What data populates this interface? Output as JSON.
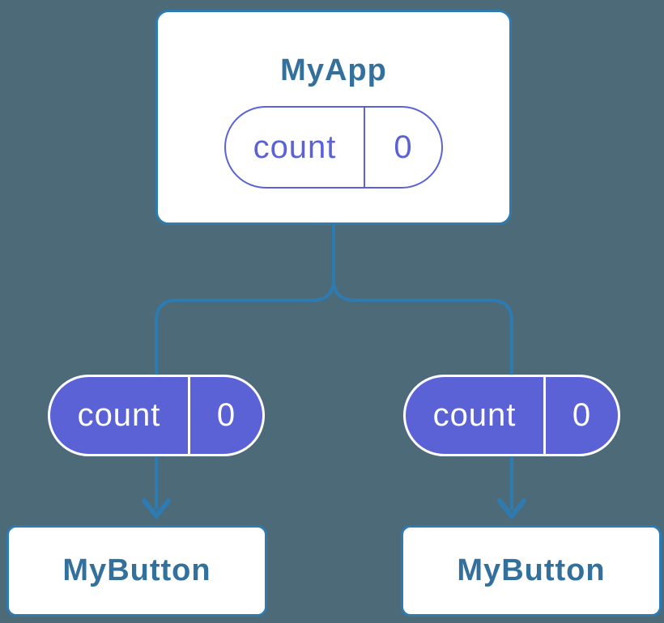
{
  "diagram": {
    "parent": {
      "title": "MyApp",
      "state": {
        "label": "count",
        "value": "0"
      }
    },
    "children": [
      {
        "title": "MyButton",
        "prop": {
          "label": "count",
          "value": "0"
        }
      },
      {
        "title": "MyButton",
        "prop": {
          "label": "count",
          "value": "0"
        }
      }
    ]
  },
  "colors": {
    "bg": "#4c6a78",
    "accent": "#2e7bb1",
    "title": "#33709c",
    "purple": "#5b62d6",
    "pill_text": "#ffffff"
  }
}
